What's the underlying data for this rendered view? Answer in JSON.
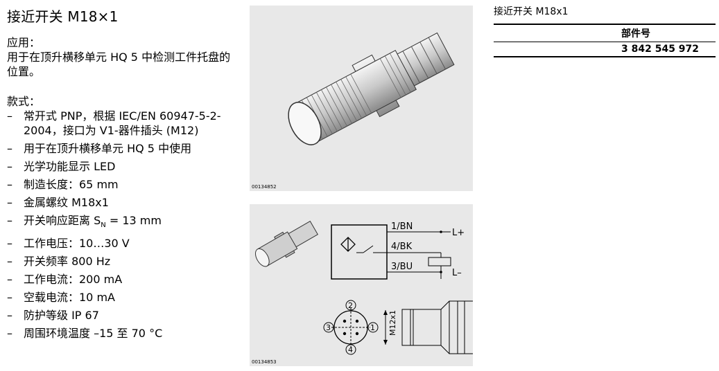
{
  "title": "接近开关 M18×1",
  "application": {
    "heading": "应用：",
    "text": "用于在顶升横移单元 HQ 5 中检测工件托盘的位置。"
  },
  "design": {
    "heading": "款式：",
    "dash": "–",
    "items": [
      "常开式 PNP，根据 IEC/EN 60947-5-2-2004，接口为 V1-器件插头 (M12)",
      "用于在顶升横移单元 HQ 5 中使用",
      "光学功能显示 LED",
      "制造长度：65 mm",
      "金属螺纹 M18x1",
      "开关响应距离 S_N = 13 mm",
      "工作电压：10…30 V",
      "开关频率 800 Hz",
      "工作电流：200 mA",
      "空载电流：10 mA",
      "防护等级 IP 67",
      "周围环境温度 –15 至 70 °C"
    ],
    "item6_prefix": "开关响应距离 S",
    "item6_sub": "N",
    "item6_suffix": " = 13 mm"
  },
  "images": {
    "photo_code": "00134852",
    "diagram_code": "00134853",
    "wiring": {
      "wire1": "1/BN",
      "wire2": "4/BK",
      "wire3": "3/BU",
      "plus": "L+",
      "minus": "L–"
    },
    "connector": {
      "pin1": "1",
      "pin2": "2",
      "pin3": "3",
      "pin4": "4",
      "thread": "M12x1"
    }
  },
  "right": {
    "title": "接近开关 M18x1",
    "table_header": "部件号",
    "part_number": "3 842 545 972"
  }
}
